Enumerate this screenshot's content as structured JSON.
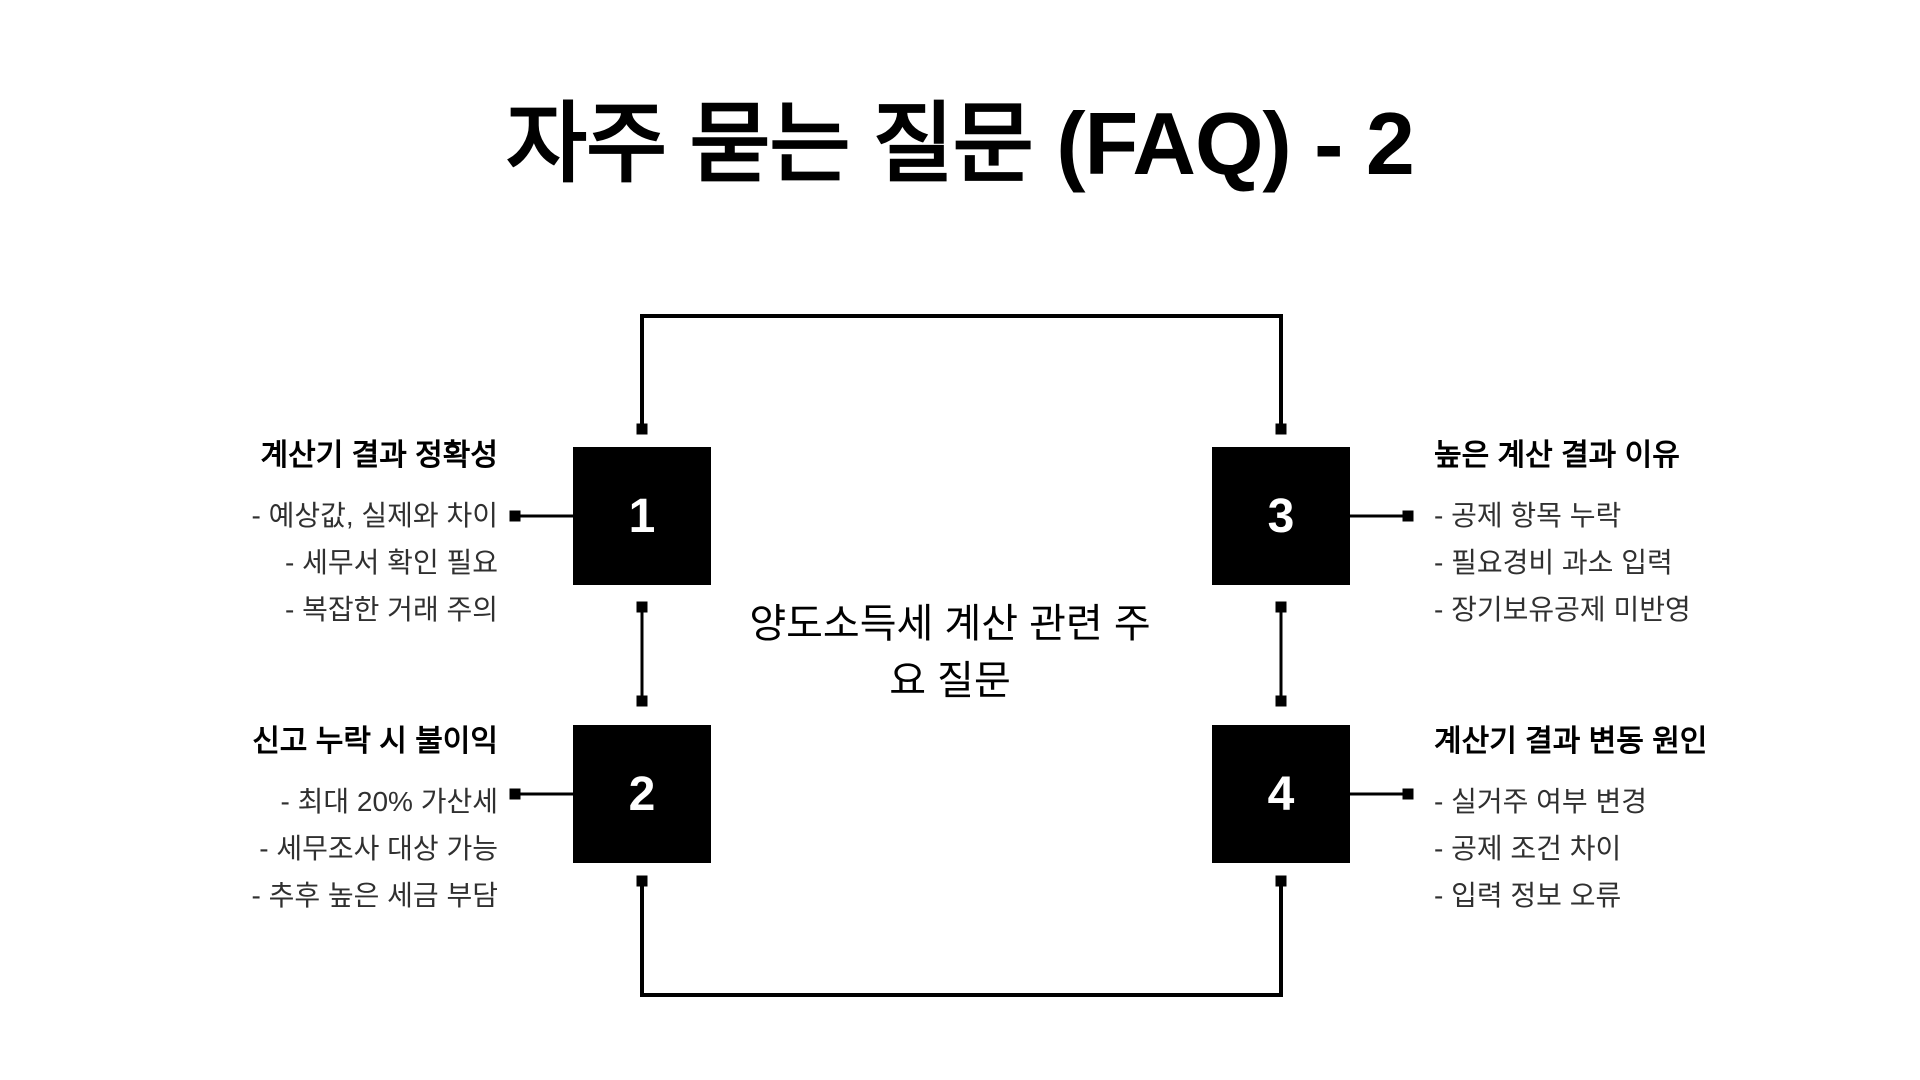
{
  "slide": {
    "title": "자주 묻는 질문 (FAQ) - 2",
    "center_label": {
      "line1": "양도소득세 계산 관련 주",
      "line2": "요 질문"
    }
  },
  "faq_items": [
    {
      "number": "1",
      "heading": "계산기 결과 정확성",
      "bullets": [
        "- 예상값, 실제와 차이",
        "- 세무서 확인 필요",
        "- 복잡한 거래 주의"
      ]
    },
    {
      "number": "2",
      "heading": "신고 누락 시 불이익",
      "bullets": [
        "- 최대 20% 가산세",
        "- 세무조사 대상 가능",
        "- 추후 높은 세금 부담"
      ]
    },
    {
      "number": "3",
      "heading": "높은 계산 결과 이유",
      "bullets": [
        "- 공제 항목 누락",
        "- 필요경비 과소 입력",
        "- 장기보유공제 미반영"
      ]
    },
    {
      "number": "4",
      "heading": "계산기 결과 변동 원인",
      "bullets": [
        "- 실거주 여부 변경",
        "- 공제 조건 차이",
        "- 입력 정보 오류"
      ]
    }
  ],
  "colors": {
    "page_bg": "#ffffff",
    "box_bg": "#000000",
    "box_number": "#ffffff",
    "heading_text": "#000000",
    "bullet_text": "#303030",
    "line": "#000000"
  }
}
